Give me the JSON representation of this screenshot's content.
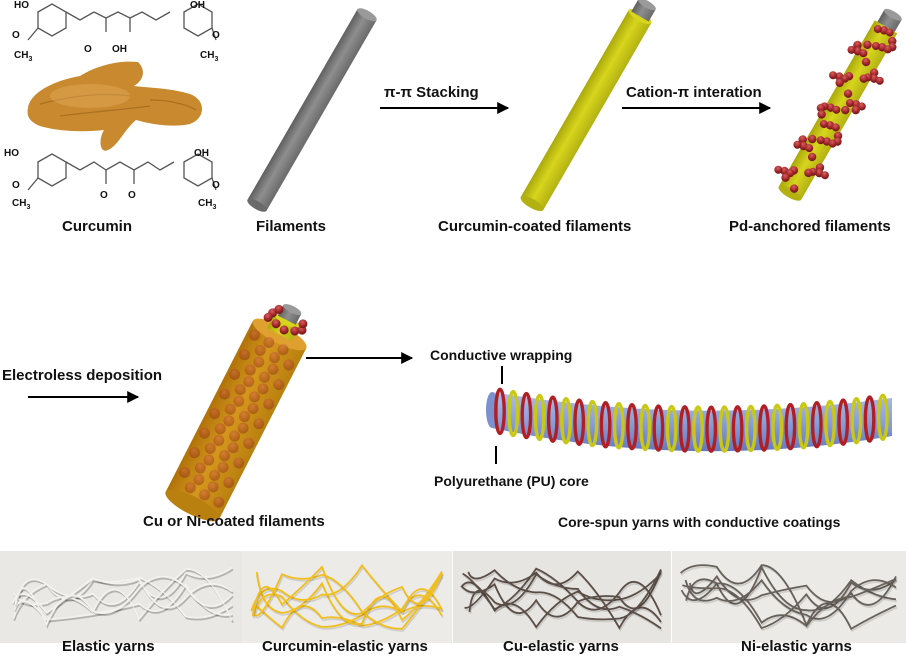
{
  "figure": {
    "top_row": {
      "curcumin_label": "Curcumin",
      "chem": {
        "ho": "HO",
        "oh": "OH",
        "o": "O",
        "ch3": "CH",
        "sub3": "3"
      },
      "filaments_label": "Filaments",
      "step1_label": "π-π Stacking",
      "curcumin_coated_label": "Curcumin-coated filaments",
      "step2_label": "Cation-π  interation",
      "pd_anchored_label": "Pd-anchored filaments"
    },
    "middle_row": {
      "step3_label": "Electroless deposition",
      "cu_ni_label": "Cu or Ni-coated filaments",
      "conductive_wrapping_label": "Conductive wrapping",
      "pu_core_label": "Polyurethane (PU) core",
      "core_spun_label": "Core-spun yarns with conductive coatings"
    },
    "photos": [
      {
        "label": "Elastic yarns",
        "yarn_color": "#f3f2ee"
      },
      {
        "label": "Curcumin-elastic yarns",
        "yarn_color": "#f2be1c"
      },
      {
        "label": "Cu-elastic yarns",
        "yarn_color": "#5a4e46"
      },
      {
        "label": "Ni-elastic yarns",
        "yarn_color": "#67615a"
      }
    ],
    "colors": {
      "filament_gray": "#808080",
      "curcumin_yellow": "#c9c816",
      "pd_red": "#a3272b",
      "metal_orange": "#c98a14",
      "pu_blue": "#8b9fd8"
    }
  }
}
